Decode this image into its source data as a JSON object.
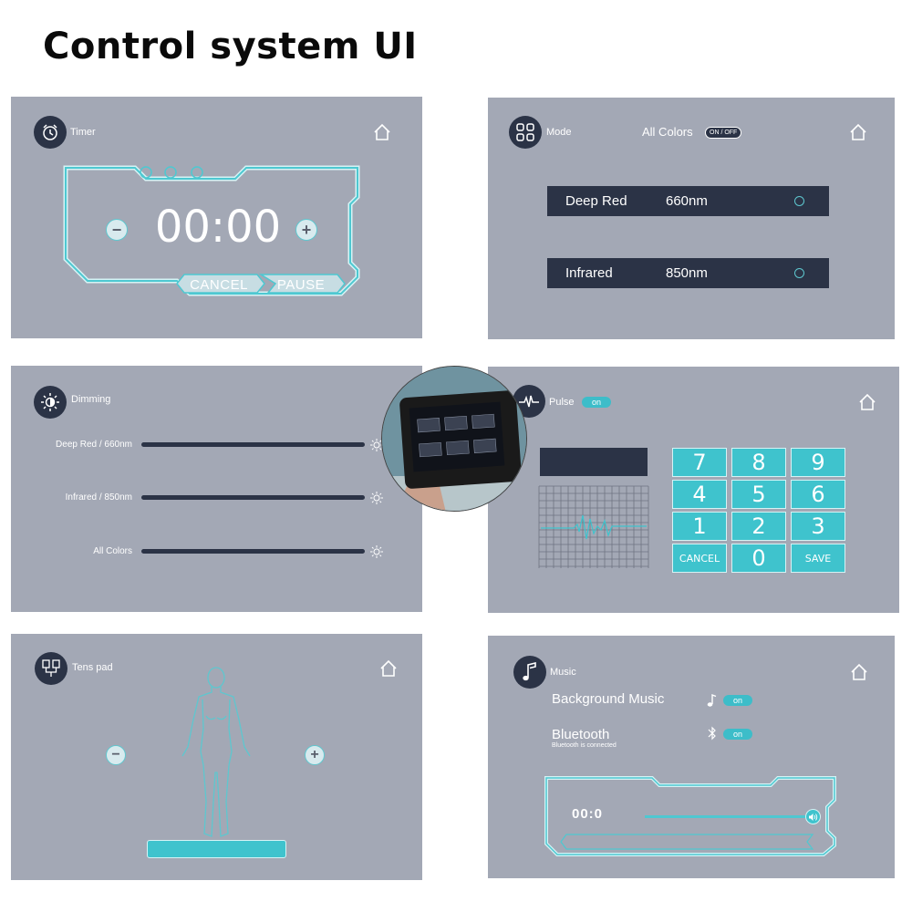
{
  "page": {
    "title": "Control system UI"
  },
  "timer": {
    "label": "Timer",
    "time": "00:00",
    "minus": "−",
    "plus": "+",
    "cancel": "CANCEL",
    "pause": "PAUSE",
    "icon": "alarm-clock-icon"
  },
  "mode": {
    "label": "Mode",
    "all_colors": "All Colors",
    "toggle": "ON / OFF",
    "rows": [
      {
        "name": "Deep Red",
        "wavelength": "660nm"
      },
      {
        "name": "Infrared",
        "wavelength": "850nm"
      }
    ],
    "icon": "grid-icon"
  },
  "dimming": {
    "label": "Dimming",
    "rows": [
      {
        "label": "Deep Red / 660nm"
      },
      {
        "label": "Infrared / 850nm"
      },
      {
        "label": "All Colors"
      }
    ],
    "icon": "brightness-icon"
  },
  "pulse": {
    "label": "Pulse",
    "toggle": "on",
    "keys": [
      "7",
      "8",
      "9",
      "4",
      "5",
      "6",
      "1",
      "2",
      "3",
      "CANCEL",
      "0",
      "SAVE"
    ],
    "icon": "heartbeat-icon"
  },
  "tens": {
    "label": "Tens pad",
    "minus": "−",
    "plus": "+",
    "icon": "tens-pad-icon"
  },
  "music": {
    "label": "Music",
    "background_music": "Background Music",
    "bg_toggle": "on",
    "bluetooth": "Bluetooth",
    "bt_toggle": "on",
    "bt_status": "Bluetooth is connected",
    "time": "00:0",
    "icon": "music-note-icon"
  },
  "colors": {
    "panel": "#a3a8b5",
    "dark": "#2b3346",
    "accent": "#3fc3cd"
  }
}
